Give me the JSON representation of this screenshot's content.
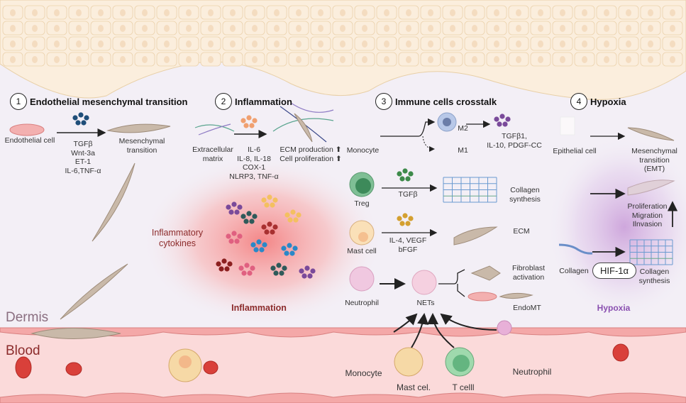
{
  "regions": {
    "dermis": "Dermis",
    "blood": "Blood"
  },
  "sections": [
    {
      "number": "1",
      "title": "Endothelial mesenchymal transition"
    },
    {
      "number": "2",
      "title": "Inflammation"
    },
    {
      "number": "3",
      "title": "Immune cells crosstalk"
    },
    {
      "number": "4",
      "title": "Hypoxia"
    }
  ],
  "emt": {
    "source": "Endothelial cell",
    "factors": "TGFβ\nWnt-3a\nET-1\nIL-6,TNF-α",
    "target": "Mesenchymal\ntransition",
    "dot_color": "#1f4e79"
  },
  "inflammation": {
    "source": "Extracellular\nmatrix",
    "factors": "IL-6\nIL-8, IL-18\nCOX-1\nNLRP3, TNF-α",
    "outcome": "ECM production ⬆\nCell proliferation ⬆",
    "cytokines_label": "Inflammatory\ncytokines",
    "zone_label": "Inflammation",
    "dot_color": "#f0a070"
  },
  "immune": {
    "monocyte": "Monocyte",
    "m2": "M2",
    "m1": "M1",
    "m2_factors": "TGFβ1,\nIL-10, PDGF-CC",
    "treg": "Treg",
    "treg_factor": "TGFβ",
    "treg_outcome": "Collagen\nsynthesis",
    "mast": "Mast cell",
    "mast_factors": "IL-4, VEGF\nbFGF",
    "mast_outcome": "ECM",
    "neutrophil": "Neutrophil",
    "nets": "NETs",
    "fibro": "Fibroblast\nactivation",
    "endomt": "EndoMT"
  },
  "hypoxia": {
    "source": "Epithelial cell",
    "target": "Mesenchymal\ntransition\n(EMT)",
    "effects": "Proliferation\nMigration\nIlnvasion",
    "collagen": "Collagen",
    "hif": "HIF-1α",
    "collagen_outcome": "Collagen\nsynthesis",
    "zone_label": "Hypoxia"
  },
  "blood_cells": {
    "monocyte": "Monocyte",
    "mast": "Mast cel.",
    "tcell": "T celll",
    "neutrophil": "Neutrophil"
  }
}
